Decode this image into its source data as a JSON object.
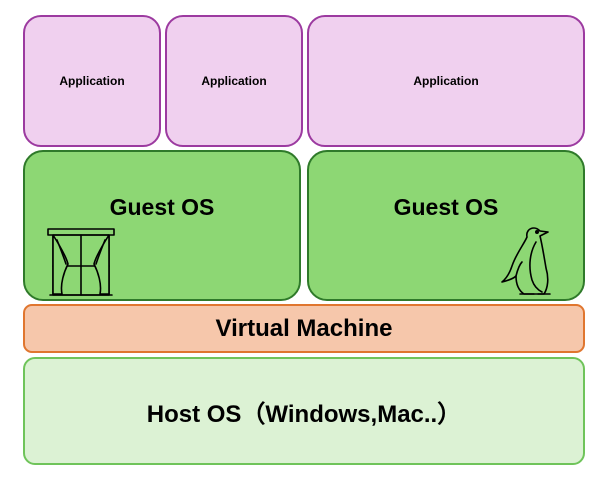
{
  "applications": [
    "Application",
    "Application",
    "Application"
  ],
  "guest_os": [
    "Guest OS",
    "Guest OS"
  ],
  "virtual_machine": "Virtual Machine",
  "host_os": "Host OS（Windows,Mac..）",
  "icons": {
    "left_guest": "window-curtain-icon",
    "right_guest": "penguin-icon"
  },
  "colors": {
    "application_fill": "#f0d0ef",
    "application_border": "#9c3aa0",
    "guest_fill": "#8dd774",
    "guest_border": "#2f7a2a",
    "vm_fill": "#f6c7ab",
    "vm_border": "#e0762f",
    "host_fill": "#dcf2d4",
    "host_border": "#6fc45a"
  }
}
